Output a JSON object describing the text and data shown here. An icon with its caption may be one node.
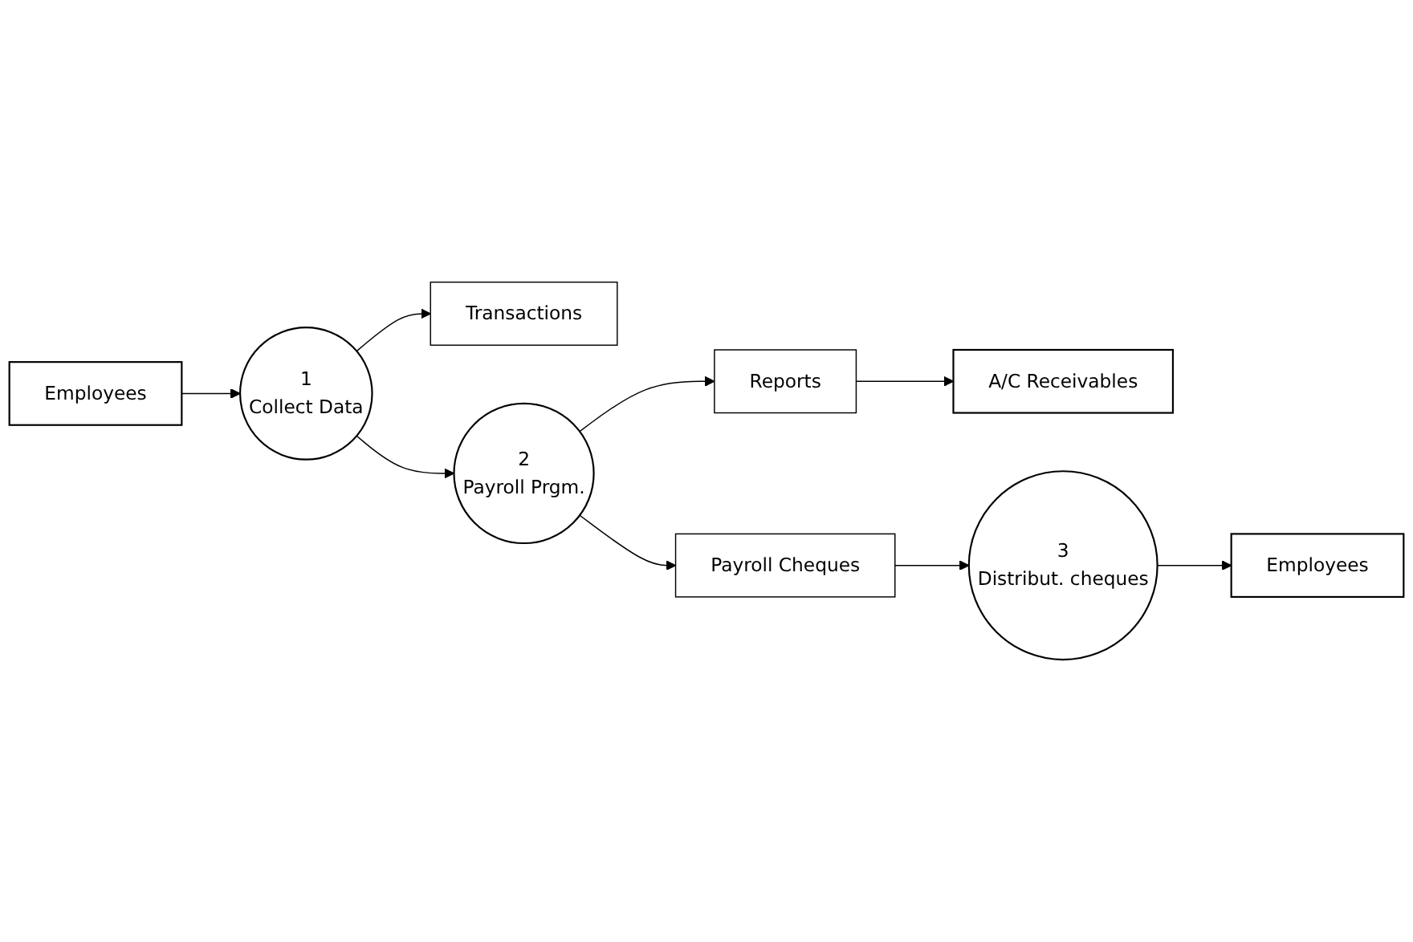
{
  "diagram": {
    "nodes": [
      {
        "text": [
          "Transactions"
        ]
      },
      {
        "text": [
          "Employees"
        ]
      },
      {
        "text": [
          "1",
          "Collect Data"
        ]
      },
      {
        "text": [
          "2",
          "Payroll Prgm."
        ]
      },
      {
        "text": [
          "Reports"
        ]
      },
      {
        "text": [
          "A/C Receivables"
        ]
      },
      {
        "text": [
          "Payroll Cheques"
        ]
      },
      {
        "text": [
          "3",
          "Distribut. cheques"
        ]
      },
      {
        "text": [
          "Employees"
        ]
      }
    ],
    "edges": [
      {
        "from": 1,
        "to": 2,
        "arrow": "to"
      },
      {
        "from": 2,
        "to": 0,
        "arrow": "to"
      },
      {
        "from": 2,
        "to": 3,
        "arrow": "to"
      },
      {
        "from": 3,
        "to": 6,
        "arrow": "to"
      },
      {
        "from": 3,
        "to": 4,
        "arrow": "to"
      },
      {
        "from": 4,
        "to": 5,
        "arrow": "to"
      },
      {
        "from": 6,
        "to": 7,
        "arrow": "to"
      },
      {
        "from": 7,
        "to": 8,
        "arrow": "to"
      }
    ]
  }
}
